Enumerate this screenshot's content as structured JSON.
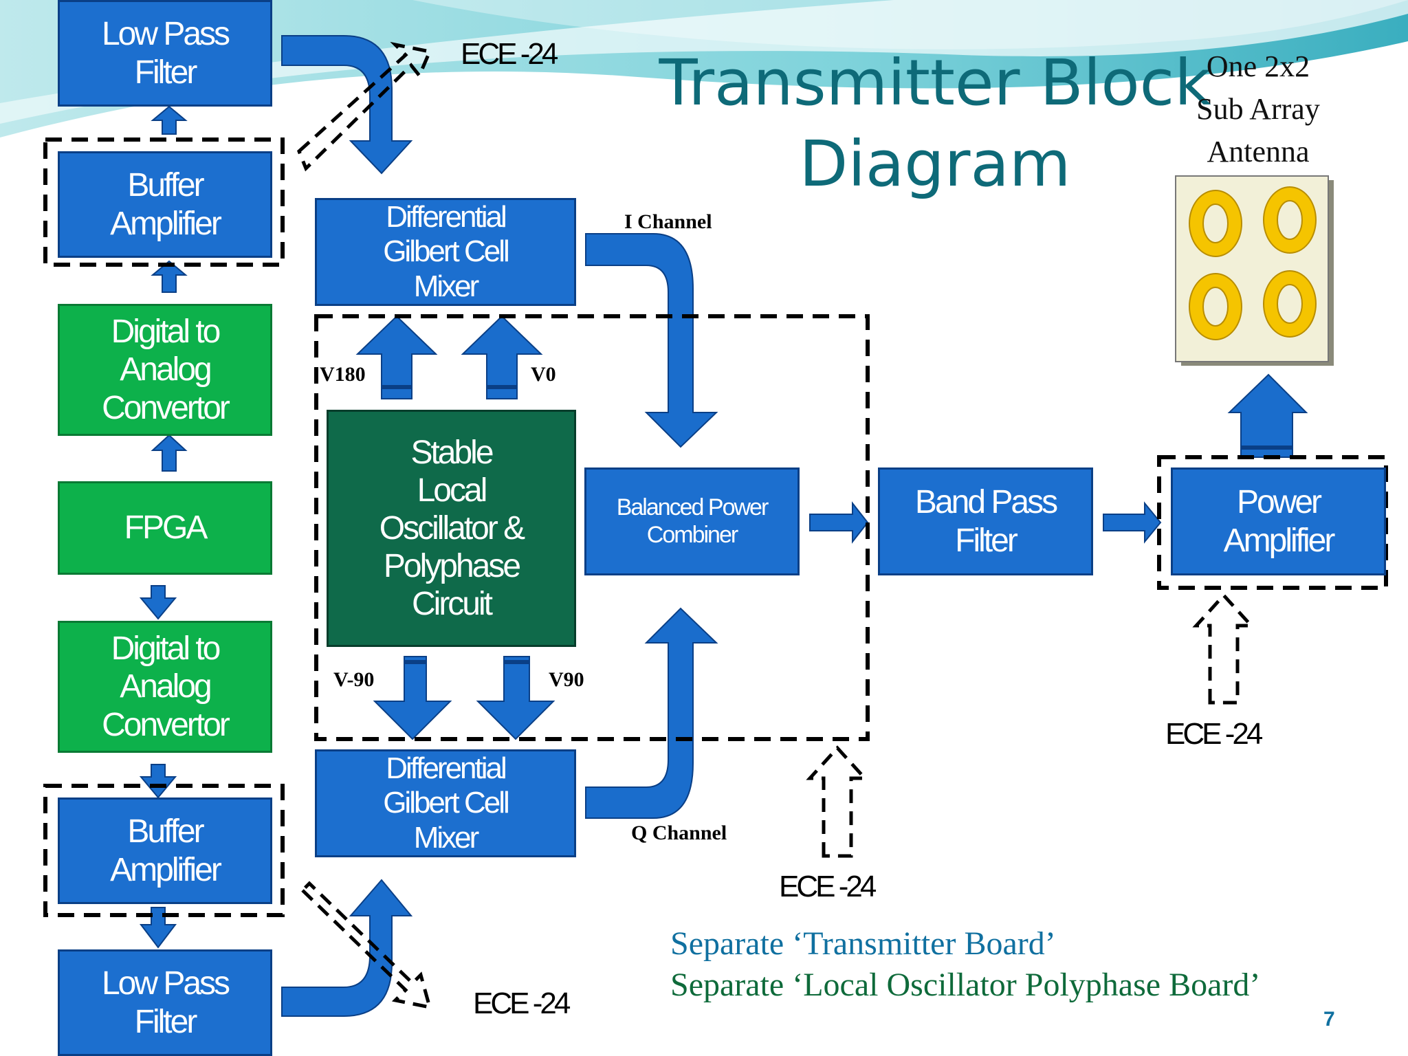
{
  "title": {
    "line1": "Transmitter Block",
    "line2": "Diagram"
  },
  "antenna_label": {
    "line1": "One 2x2",
    "line2": "Sub Array",
    "line3": "Antenna"
  },
  "blocks": {
    "lpf_top": [
      "Low Pass",
      "Filter"
    ],
    "buffer_top": [
      "Buffer",
      "Amplifier"
    ],
    "dac_top": [
      "Digital to",
      "Analog",
      "Convertor"
    ],
    "fpga": [
      "FPGA"
    ],
    "dac_bottom": [
      "Digital to",
      "Analog",
      "Convertor"
    ],
    "buffer_bottom": [
      "Buffer",
      "Amplifier"
    ],
    "lpf_bottom": [
      "Low Pass",
      "Filter"
    ],
    "mixer_top": [
      "Differential",
      "Gilbert Cell",
      "Mixer"
    ],
    "mixer_bottom": [
      "Differential",
      "Gilbert Cell",
      "Mixer"
    ],
    "oscillator": [
      "Stable",
      "Local",
      "Oscillator &",
      "Polyphase",
      "Circuit"
    ],
    "combiner": [
      "Balanced Power",
      "Combiner"
    ],
    "bpf": [
      "Band Pass",
      "Filter"
    ],
    "pa": [
      "Power",
      "Amplifier"
    ]
  },
  "signals": {
    "v180": "V180",
    "v0": "V0",
    "vm90": "V-90",
    "v90": "V90",
    "i_channel": "I Channel",
    "q_channel": "Q Channel"
  },
  "ece_labels": [
    "ECE -24",
    "ECE -24",
    "ECE -24",
    "ECE -24"
  ],
  "footer": {
    "transmitter_board": "Separate ‘Transmitter Board’",
    "lo_board": "Separate ‘Local Oscillator Polyphase Board’"
  },
  "page_number": "7",
  "colors": {
    "block_blue": "#1c6fcf",
    "block_green": "#0db14b",
    "block_dark_green": "#0f6a4a",
    "title": "#0e6a78",
    "footer_blue": "#1070a0",
    "footer_green": "#0e6a3a",
    "antenna_ring": "#f5c400"
  }
}
